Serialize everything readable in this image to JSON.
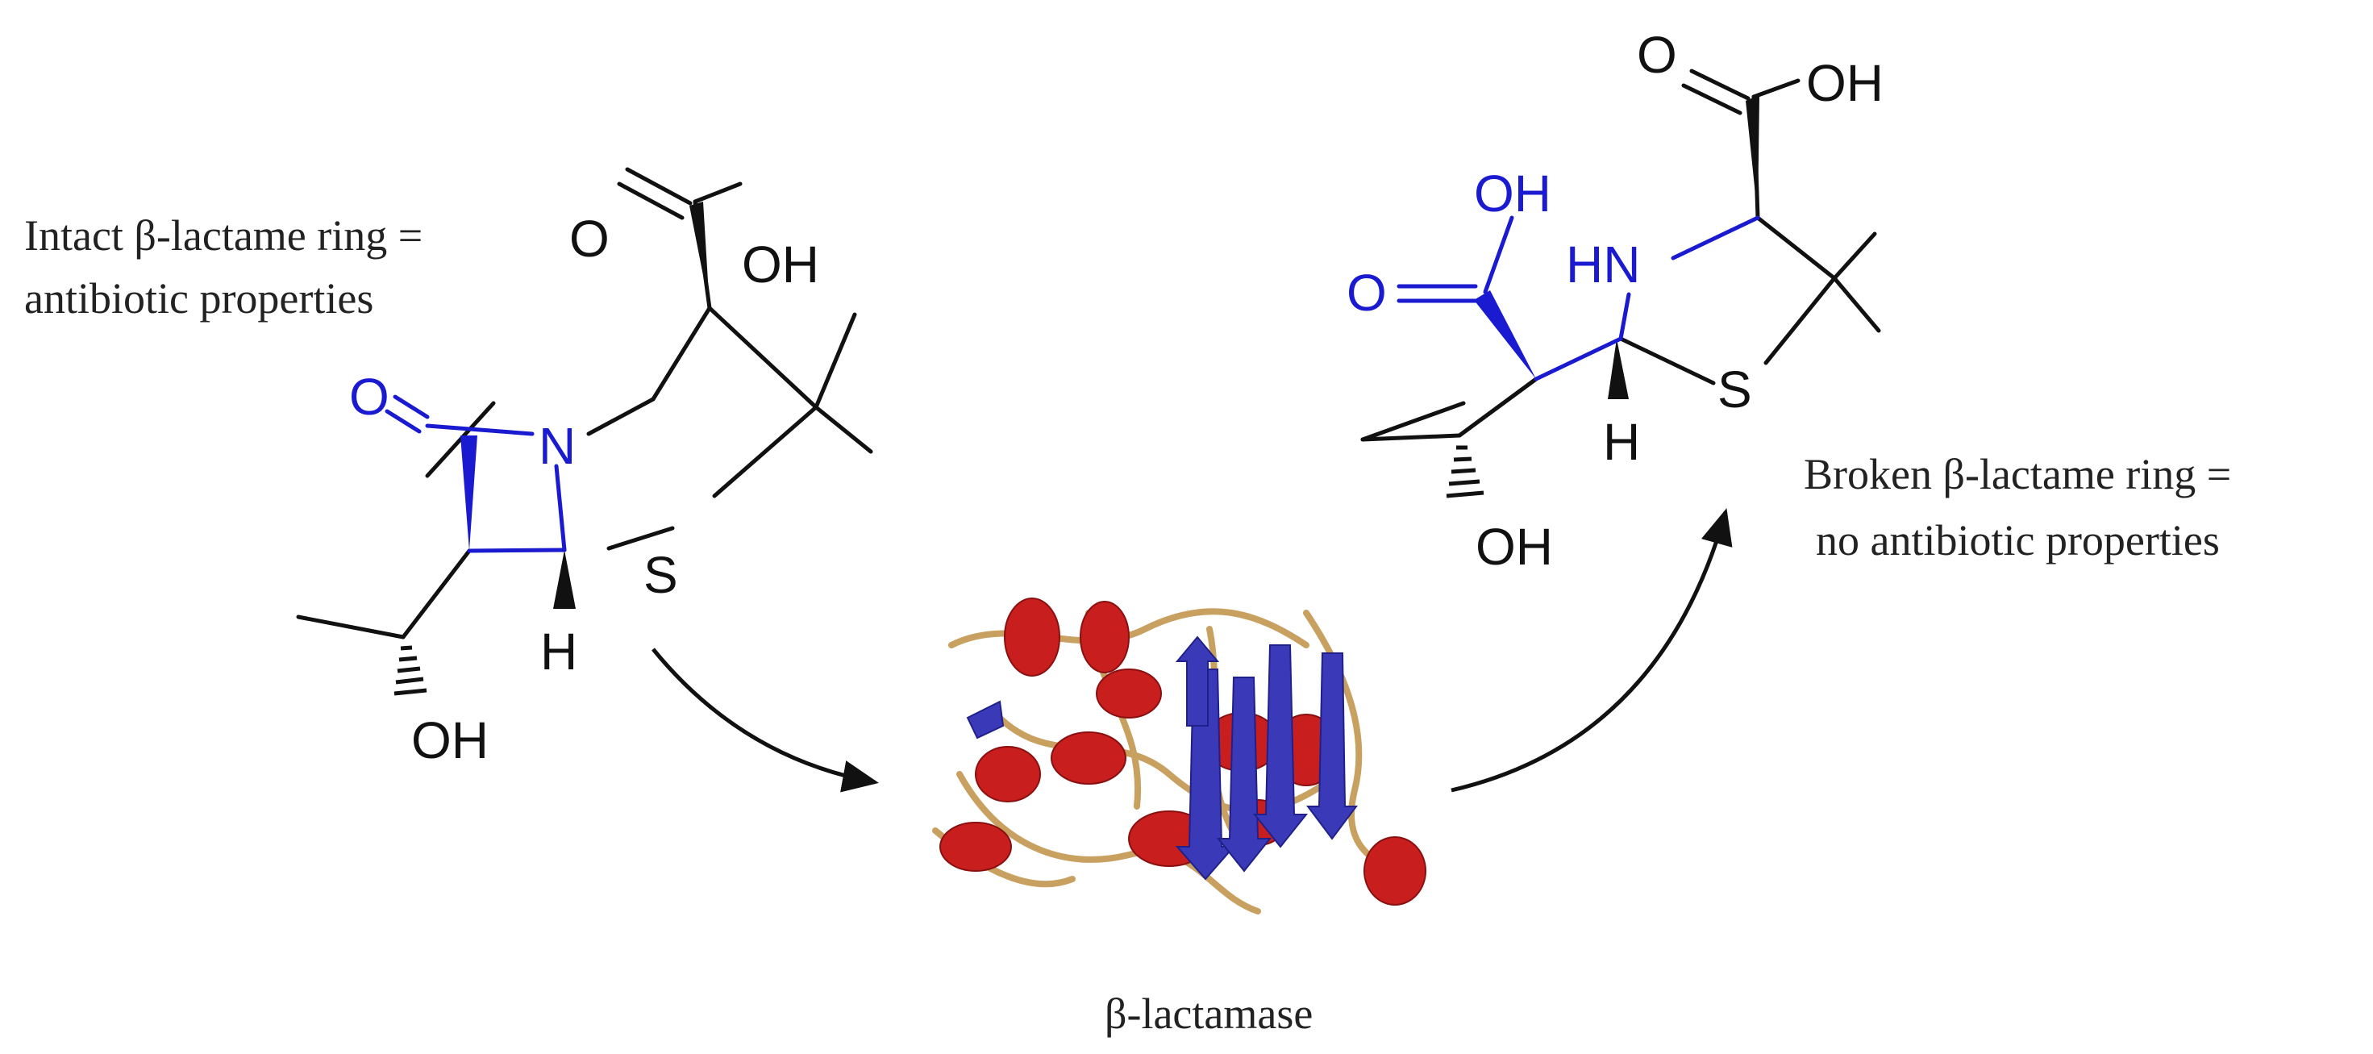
{
  "colors": {
    "bond": "#111111",
    "lactam": "#1a1ad0",
    "helix": "#c81e1e",
    "strand": "#3a3ab8",
    "loop": "#c8a060",
    "arrow": "#111111"
  },
  "intact": {
    "caption_line1": "Intact β-lactame ring =",
    "caption_line2": "antibiotic properties",
    "atoms": {
      "carbonyl_o": "O",
      "acid_o": "O",
      "acid_oh": "OH",
      "n": "N",
      "s": "S",
      "h": "H",
      "oh": "OH"
    }
  },
  "broken": {
    "caption_line1": "Broken β-lactame ring =",
    "caption_line2": "no antibiotic properties",
    "atoms": {
      "acid_o": "O",
      "acid_oh": "OH",
      "new_acid_oh": "OH",
      "new_acid_o": "O",
      "nh": "HN",
      "s": "S",
      "h": "H",
      "oh": "OH"
    }
  },
  "enzyme": {
    "label": "β-lactamase"
  }
}
